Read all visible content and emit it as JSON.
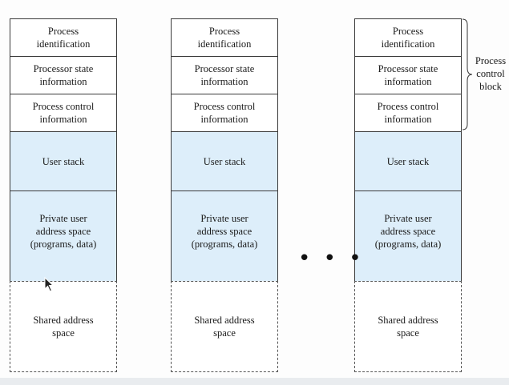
{
  "columns": [
    {
      "process_identification": "Process\nidentification",
      "processor_state": "Processor state\ninformation",
      "process_control": "Process control\ninformation",
      "user_stack": "User stack",
      "private_space": "Private user\naddress space\n(programs, data)",
      "shared_space": "Shared address\nspace"
    },
    {
      "process_identification": "Process\nidentification",
      "processor_state": "Processor state\ninformation",
      "process_control": "Process control\ninformation",
      "user_stack": "User stack",
      "private_space": "Private user\naddress space\n(programs, data)",
      "shared_space": "Shared address\nspace"
    },
    {
      "process_identification": "Process\nidentification",
      "processor_state": "Processor state\ninformation",
      "process_control": "Process control\ninformation",
      "user_stack": "User stack",
      "private_space": "Private user\naddress space\n(programs, data)",
      "shared_space": "Shared address\nspace"
    }
  ],
  "ellipsis": "• • •",
  "pcb_label": "Process\ncontrol\nblock",
  "colors": {
    "user_area_fill": "#ddeefa",
    "border": "#3a3a3a"
  }
}
